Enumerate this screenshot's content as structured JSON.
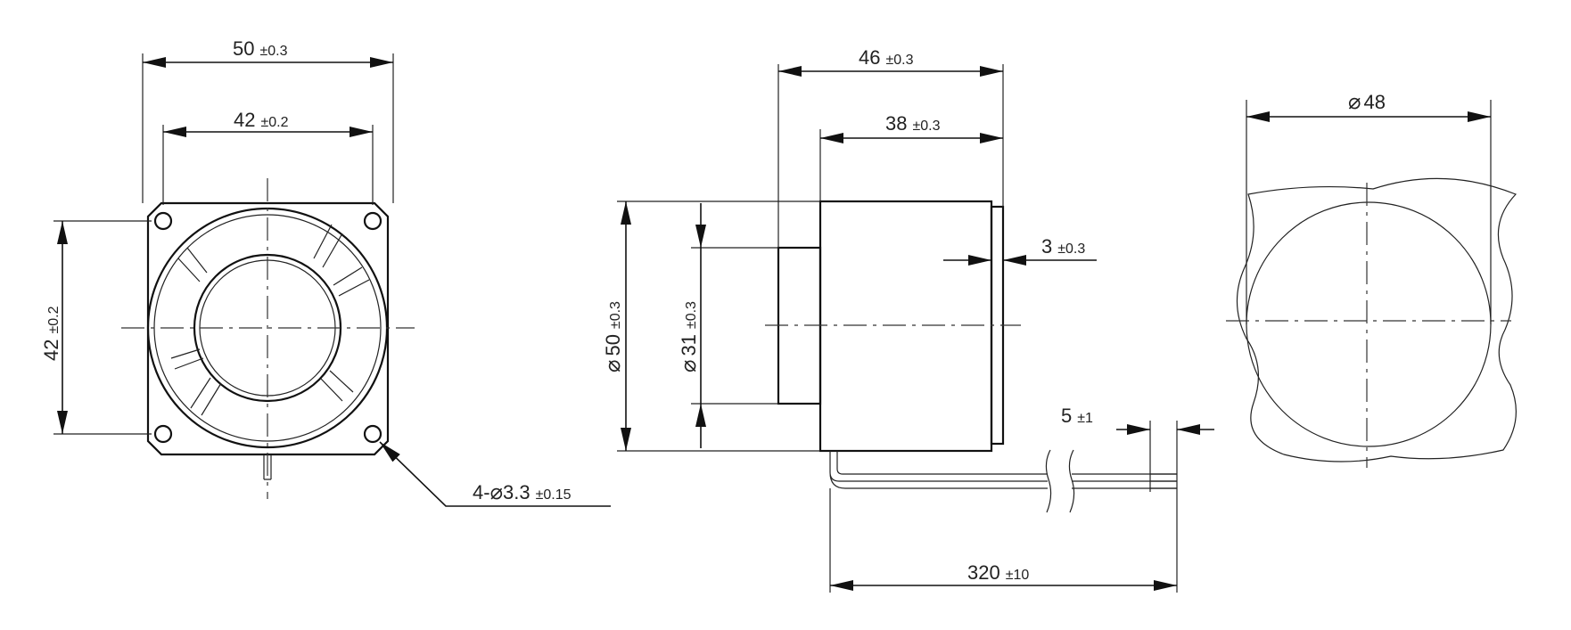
{
  "front_view": {
    "width": {
      "value": "50",
      "tol": "±0.3"
    },
    "hole_spacing_h": {
      "value": "42",
      "tol": "±0.2"
    },
    "hole_spacing_v": {
      "value": "42",
      "tol": "±0.2"
    },
    "holes": {
      "prefix": "4-",
      "symbol": "⌀",
      "value": "3.3",
      "tol": "±0.15"
    }
  },
  "side_view": {
    "overall_length": {
      "value": "46",
      "tol": "±0.3"
    },
    "body_length": {
      "value": "38",
      "tol": "±0.3"
    },
    "body_diameter": {
      "symbol": "⌀",
      "value": "50",
      "tol": "±0.3"
    },
    "boss_diameter": {
      "symbol": "⌀",
      "value": "31",
      "tol": "±0.3"
    },
    "flange_thickness": {
      "value": "3",
      "tol": "±0.3"
    },
    "wire_strip": {
      "value": "5",
      "tol": "±1"
    },
    "wire_length": {
      "value": "320",
      "tol": "±10"
    }
  },
  "cutout_view": {
    "diameter": {
      "symbol": "⌀",
      "value": "48"
    }
  },
  "colors": {
    "line": "#111111",
    "text": "#222222",
    "background": "#ffffff"
  }
}
